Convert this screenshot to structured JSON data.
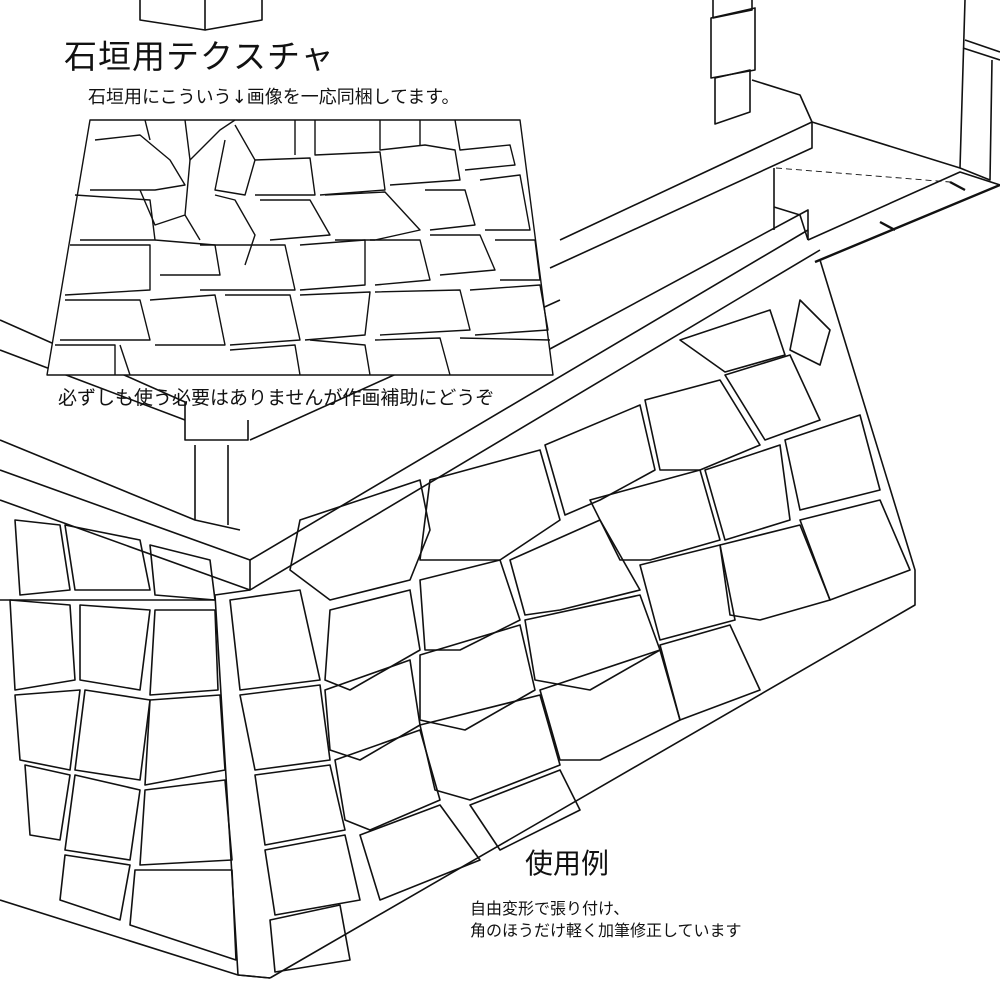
{
  "texture_section": {
    "title": "石垣用テクスチャ",
    "caption": "石垣用にこういう↓画像を一応同梱してます。",
    "note": "必ずしも使う必要はありませんが作画補助にどうぞ"
  },
  "example_section": {
    "title": "使用例",
    "lines": [
      "自由変形で張り付け、",
      "角のほうだけ軽く加筆修正しています"
    ]
  },
  "colors": {
    "line": "#111111",
    "background": "#ffffff"
  }
}
